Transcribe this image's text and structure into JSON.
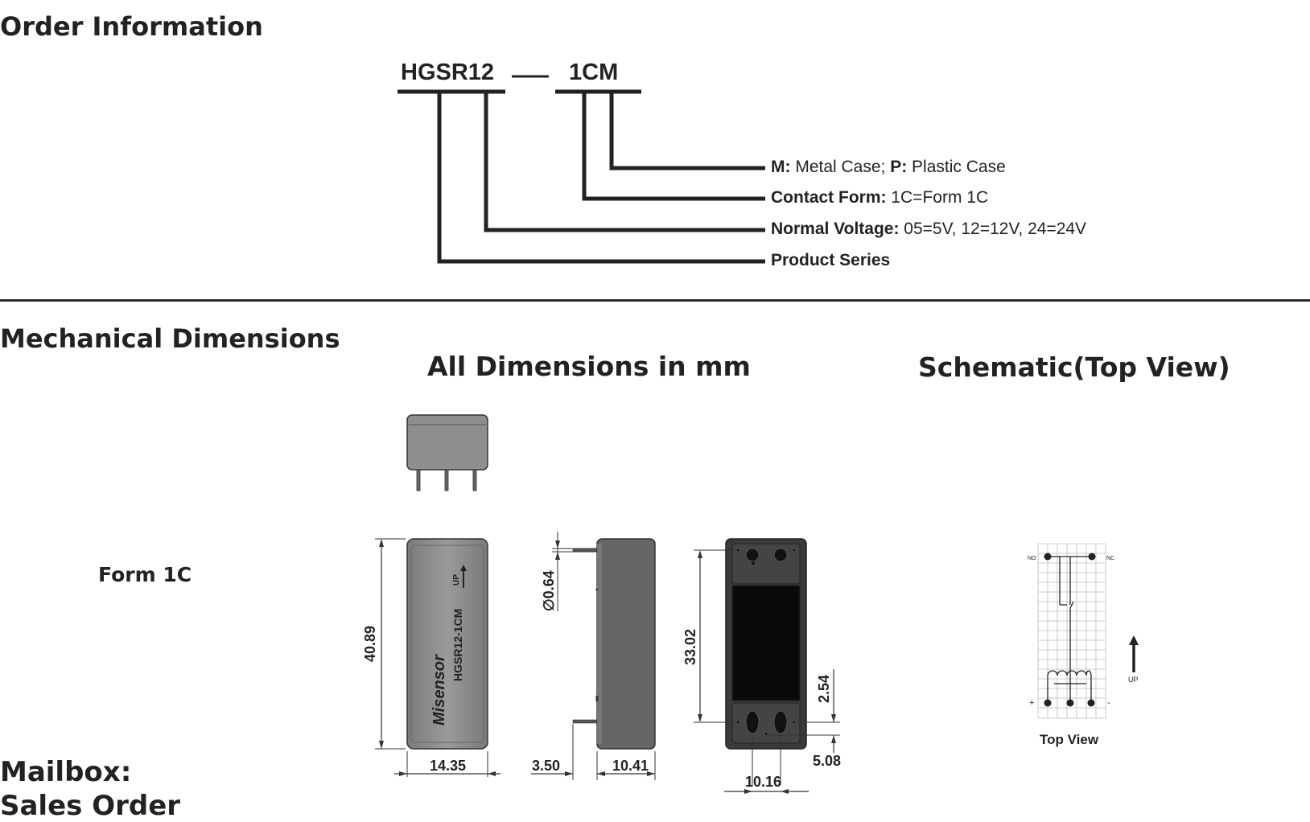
{
  "order_section": {
    "title": "Order Information",
    "code_part1": "HGSR12",
    "code_separator": "—",
    "code_part2": "1CM",
    "legend": [
      {
        "key": "M:",
        "text": " Metal Case; ",
        "key2": "P:",
        "text2": " Plastic Case"
      },
      {
        "key": "Contact Form:",
        "text": " 1C=Form 1C"
      },
      {
        "key": "Normal Voltage:",
        "text": " 05=5V, 12=12V, 24=24V"
      },
      {
        "key": "Product Series",
        "text": ""
      }
    ]
  },
  "mech_section": {
    "title": "Mechanical Dimensions",
    "dims_heading": "All Dimensions in mm",
    "schematic_heading": "Schematic(Top View)",
    "form_label": "Form 1C",
    "relay_brand": "Misensor",
    "relay_model": "HGSR12-1CM",
    "relay_up": "UP",
    "dimensions": {
      "length": "40.89",
      "width": "14.35",
      "pin_dia": "0.64",
      "pin_offset": "3.50",
      "height": "10.41",
      "pin_span": "33.02",
      "pin_pitch_v": "2.54",
      "pin_edge": "5.08",
      "pin_span_h": "10.16",
      "dia_symbol": "∅"
    },
    "schematic": {
      "no_label": "NO",
      "nc_label": "NC",
      "plus_label": "+",
      "minus_label": "-",
      "up_label": "UP",
      "caption": "Top View"
    }
  },
  "footer": {
    "mailbox_label": "Mailbox:",
    "cutoff_text": "Sales Order"
  },
  "colors": {
    "ink": "#222222",
    "case_gray": "#8c8c8c",
    "case_dark": "#3a3a3a",
    "grid_gray": "#bbbbbb"
  }
}
